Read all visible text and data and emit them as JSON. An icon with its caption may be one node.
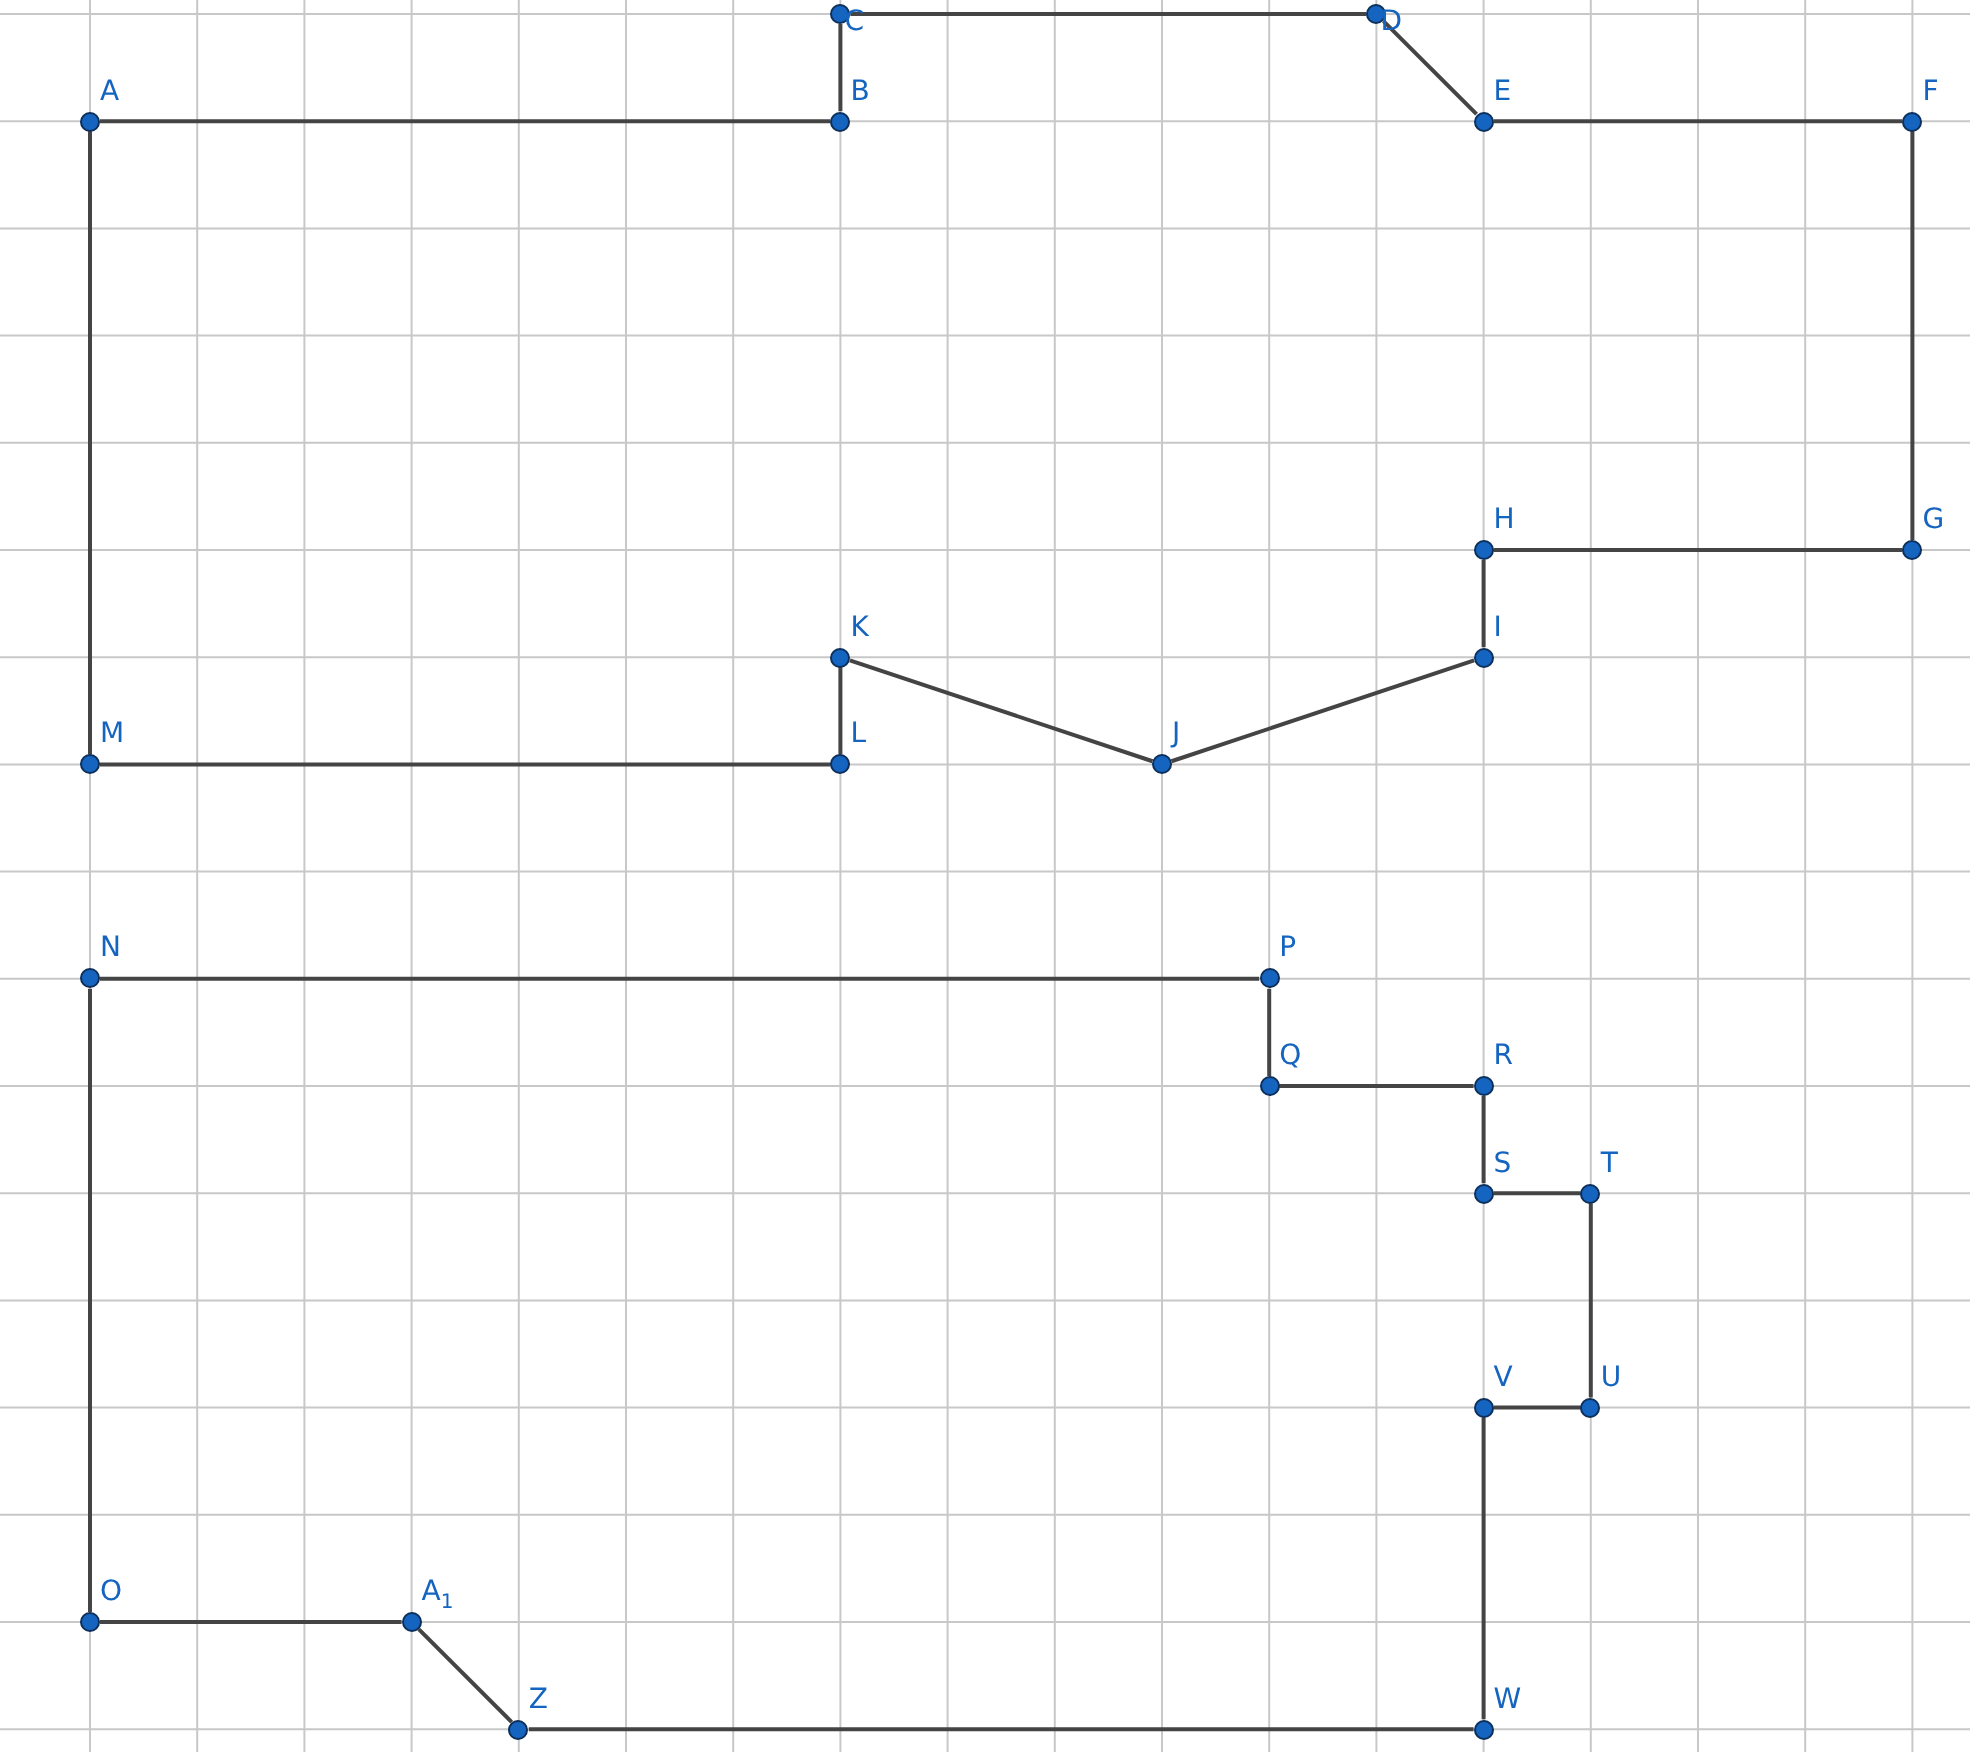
{
  "diagram": {
    "nodes": [
      {
        "text": [
          "A"
        ]
      },
      {
        "text": [
          "B"
        ]
      },
      {
        "text": [
          "C"
        ]
      },
      {
        "text": [
          "D"
        ]
      },
      {
        "text": [
          "E"
        ]
      },
      {
        "text": [
          "F"
        ]
      },
      {
        "text": [
          "G"
        ]
      },
      {
        "text": [
          "H"
        ]
      },
      {
        "text": [
          "I"
        ]
      },
      {
        "text": [
          "J"
        ]
      },
      {
        "text": [
          "K"
        ]
      },
      {
        "text": [
          "L"
        ]
      },
      {
        "text": [
          "M"
        ]
      },
      {
        "text": [
          "N"
        ]
      },
      {
        "text": [
          "P"
        ]
      },
      {
        "text": [
          "Q"
        ]
      },
      {
        "text": [
          "R"
        ]
      },
      {
        "text": [
          "S"
        ]
      },
      {
        "text": [
          "T"
        ]
      },
      {
        "text": [
          "U"
        ]
      },
      {
        "text": [
          "V"
        ]
      },
      {
        "text": [
          "W"
        ]
      },
      {
        "text": [
          "Z"
        ]
      },
      {
        "text": [
          "A$_{1}$"
        ]
      },
      {
        "text": [
          "O"
        ]
      }
    ],
    "edges": [
      {
        "from": 0,
        "to": 1,
        "arrow": "none"
      },
      {
        "from": 1,
        "to": 2,
        "arrow": "none"
      },
      {
        "from": 2,
        "to": 3,
        "arrow": "none"
      },
      {
        "from": 3,
        "to": 4,
        "arrow": "none"
      },
      {
        "from": 4,
        "to": 5,
        "arrow": "none"
      },
      {
        "from": 5,
        "to": 6,
        "arrow": "none"
      },
      {
        "from": 6,
        "to": 7,
        "arrow": "none"
      },
      {
        "from": 7,
        "to": 8,
        "arrow": "none"
      },
      {
        "from": 8,
        "to": 9,
        "arrow": "none"
      },
      {
        "from": 9,
        "to": 10,
        "arrow": "none"
      },
      {
        "from": 10,
        "to": 11,
        "arrow": "none"
      },
      {
        "from": 11,
        "to": 12,
        "arrow": "none"
      },
      {
        "from": 12,
        "to": 0,
        "arrow": "none"
      },
      {
        "from": 13,
        "to": 14,
        "arrow": "none"
      },
      {
        "from": 14,
        "to": 15,
        "arrow": "none"
      },
      {
        "from": 15,
        "to": 16,
        "arrow": "none"
      },
      {
        "from": 16,
        "to": 17,
        "arrow": "none"
      },
      {
        "from": 17,
        "to": 18,
        "arrow": "none"
      },
      {
        "from": 18,
        "to": 19,
        "arrow": "none"
      },
      {
        "from": 19,
        "to": 20,
        "arrow": "none"
      },
      {
        "from": 20,
        "to": 21,
        "arrow": "none"
      },
      {
        "from": 21,
        "to": 22,
        "arrow": "none"
      },
      {
        "from": 22,
        "to": 23,
        "arrow": "none"
      },
      {
        "from": 23,
        "to": 24,
        "arrow": "none"
      },
      {
        "from": 24,
        "to": 13,
        "arrow": "none"
      }
    ]
  }
}
